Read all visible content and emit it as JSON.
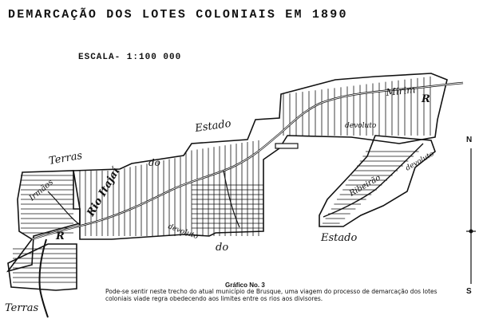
{
  "title": "DEMARCAÇÃO DOS LOTES COLONIAIS EM 1890",
  "scale": "ESCALA- 1:100 000",
  "labels": {
    "estado_top": "Estado",
    "terras_top": "Terras",
    "do": "do",
    "irmaos": "Irmãos",
    "rio_itajai": "Rio Itajaí",
    "devoluto_1": "devoluto",
    "devoluto_2": "devoluto",
    "devoluto_3": "devoluto",
    "do_bottom": "do",
    "estado_bottom": "Estado",
    "terras_bottom": "Terras",
    "mirim": "Mirim",
    "ribeirao": "Ribeirão",
    "rio_letter": "R",
    "rio_letter2": "R"
  },
  "caption": {
    "heading": "Gráfico No. 3",
    "text": "Pode-se sentir neste trecho do atual município de Brusque, uma viagem do processo de demarcação dos lotes coloniais viade regra obedecendo aos limites entre os rios aos divisores."
  },
  "compass": {
    "north": "N",
    "south": "S"
  }
}
